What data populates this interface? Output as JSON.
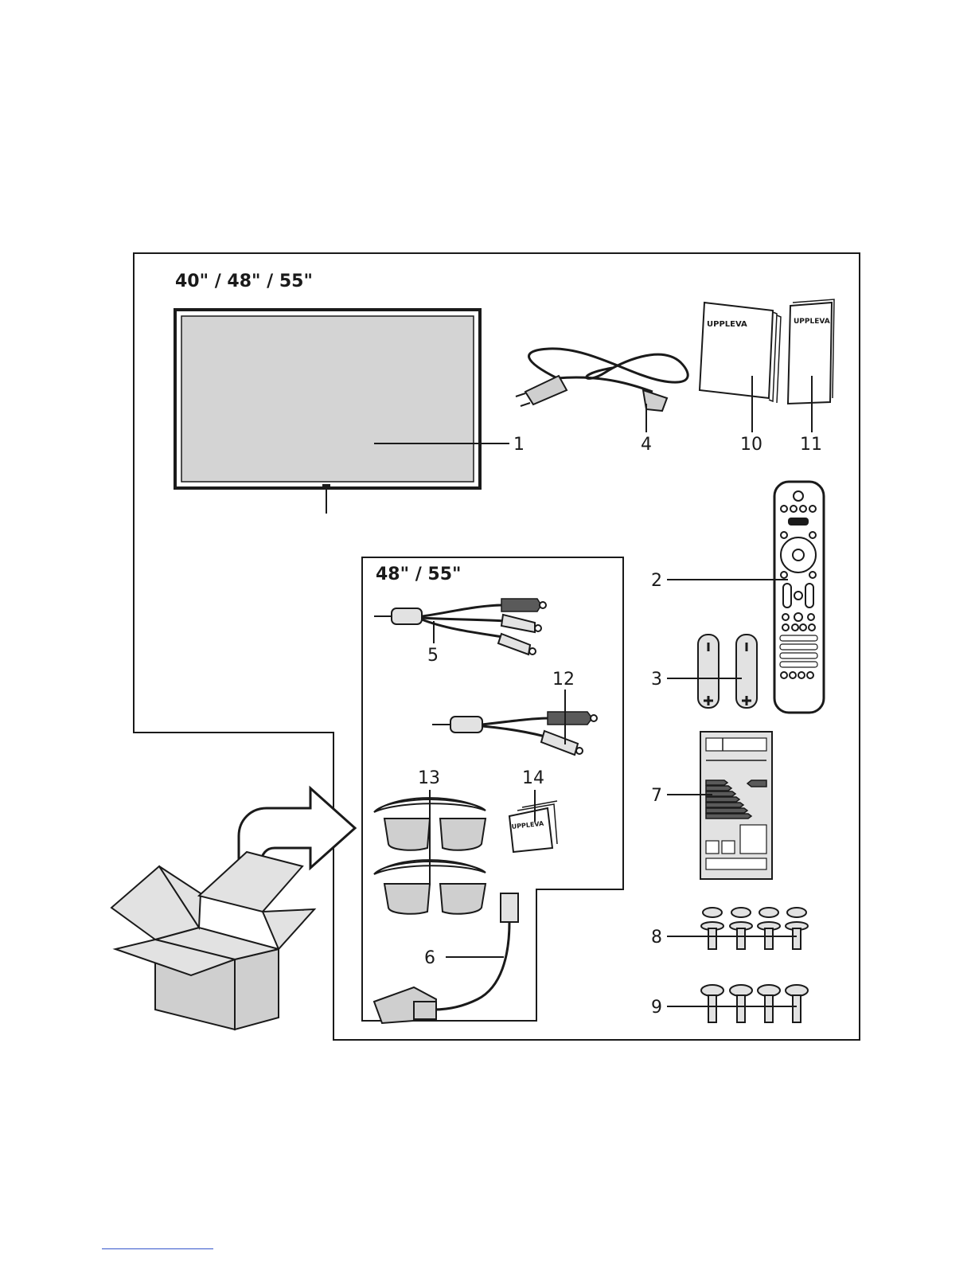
{
  "headings": {
    "main_sizes": "40\" / 48\" / 55\"",
    "inner_sizes": "48\" / 55\""
  },
  "brand": "UPPLEVA",
  "callouts": {
    "tv": "1",
    "remote": "2",
    "batteries": "3",
    "power_cord": "4",
    "av_adapter": "5",
    "scart_adapter": "6",
    "energy_label": "7",
    "screws_washer": "8",
    "screws": "9",
    "manual_large": "10",
    "manual_small": "11",
    "audio_adapter": "12",
    "glasses": "13",
    "glasses_manual": "14"
  },
  "colors": {
    "line": "#1a1a1a",
    "fill_grey": "#cfcfcf",
    "fill_light": "#e2e2e2",
    "fill_dark": "#5a5a5a"
  },
  "icons": [
    "tv-icon",
    "power-cord-icon",
    "manual-icon",
    "remote-icon",
    "battery-icon",
    "energy-label-icon",
    "screw-icon",
    "av-adapter-icon",
    "glasses-icon",
    "scart-adapter-icon",
    "box-icon",
    "arrow-icon"
  ]
}
